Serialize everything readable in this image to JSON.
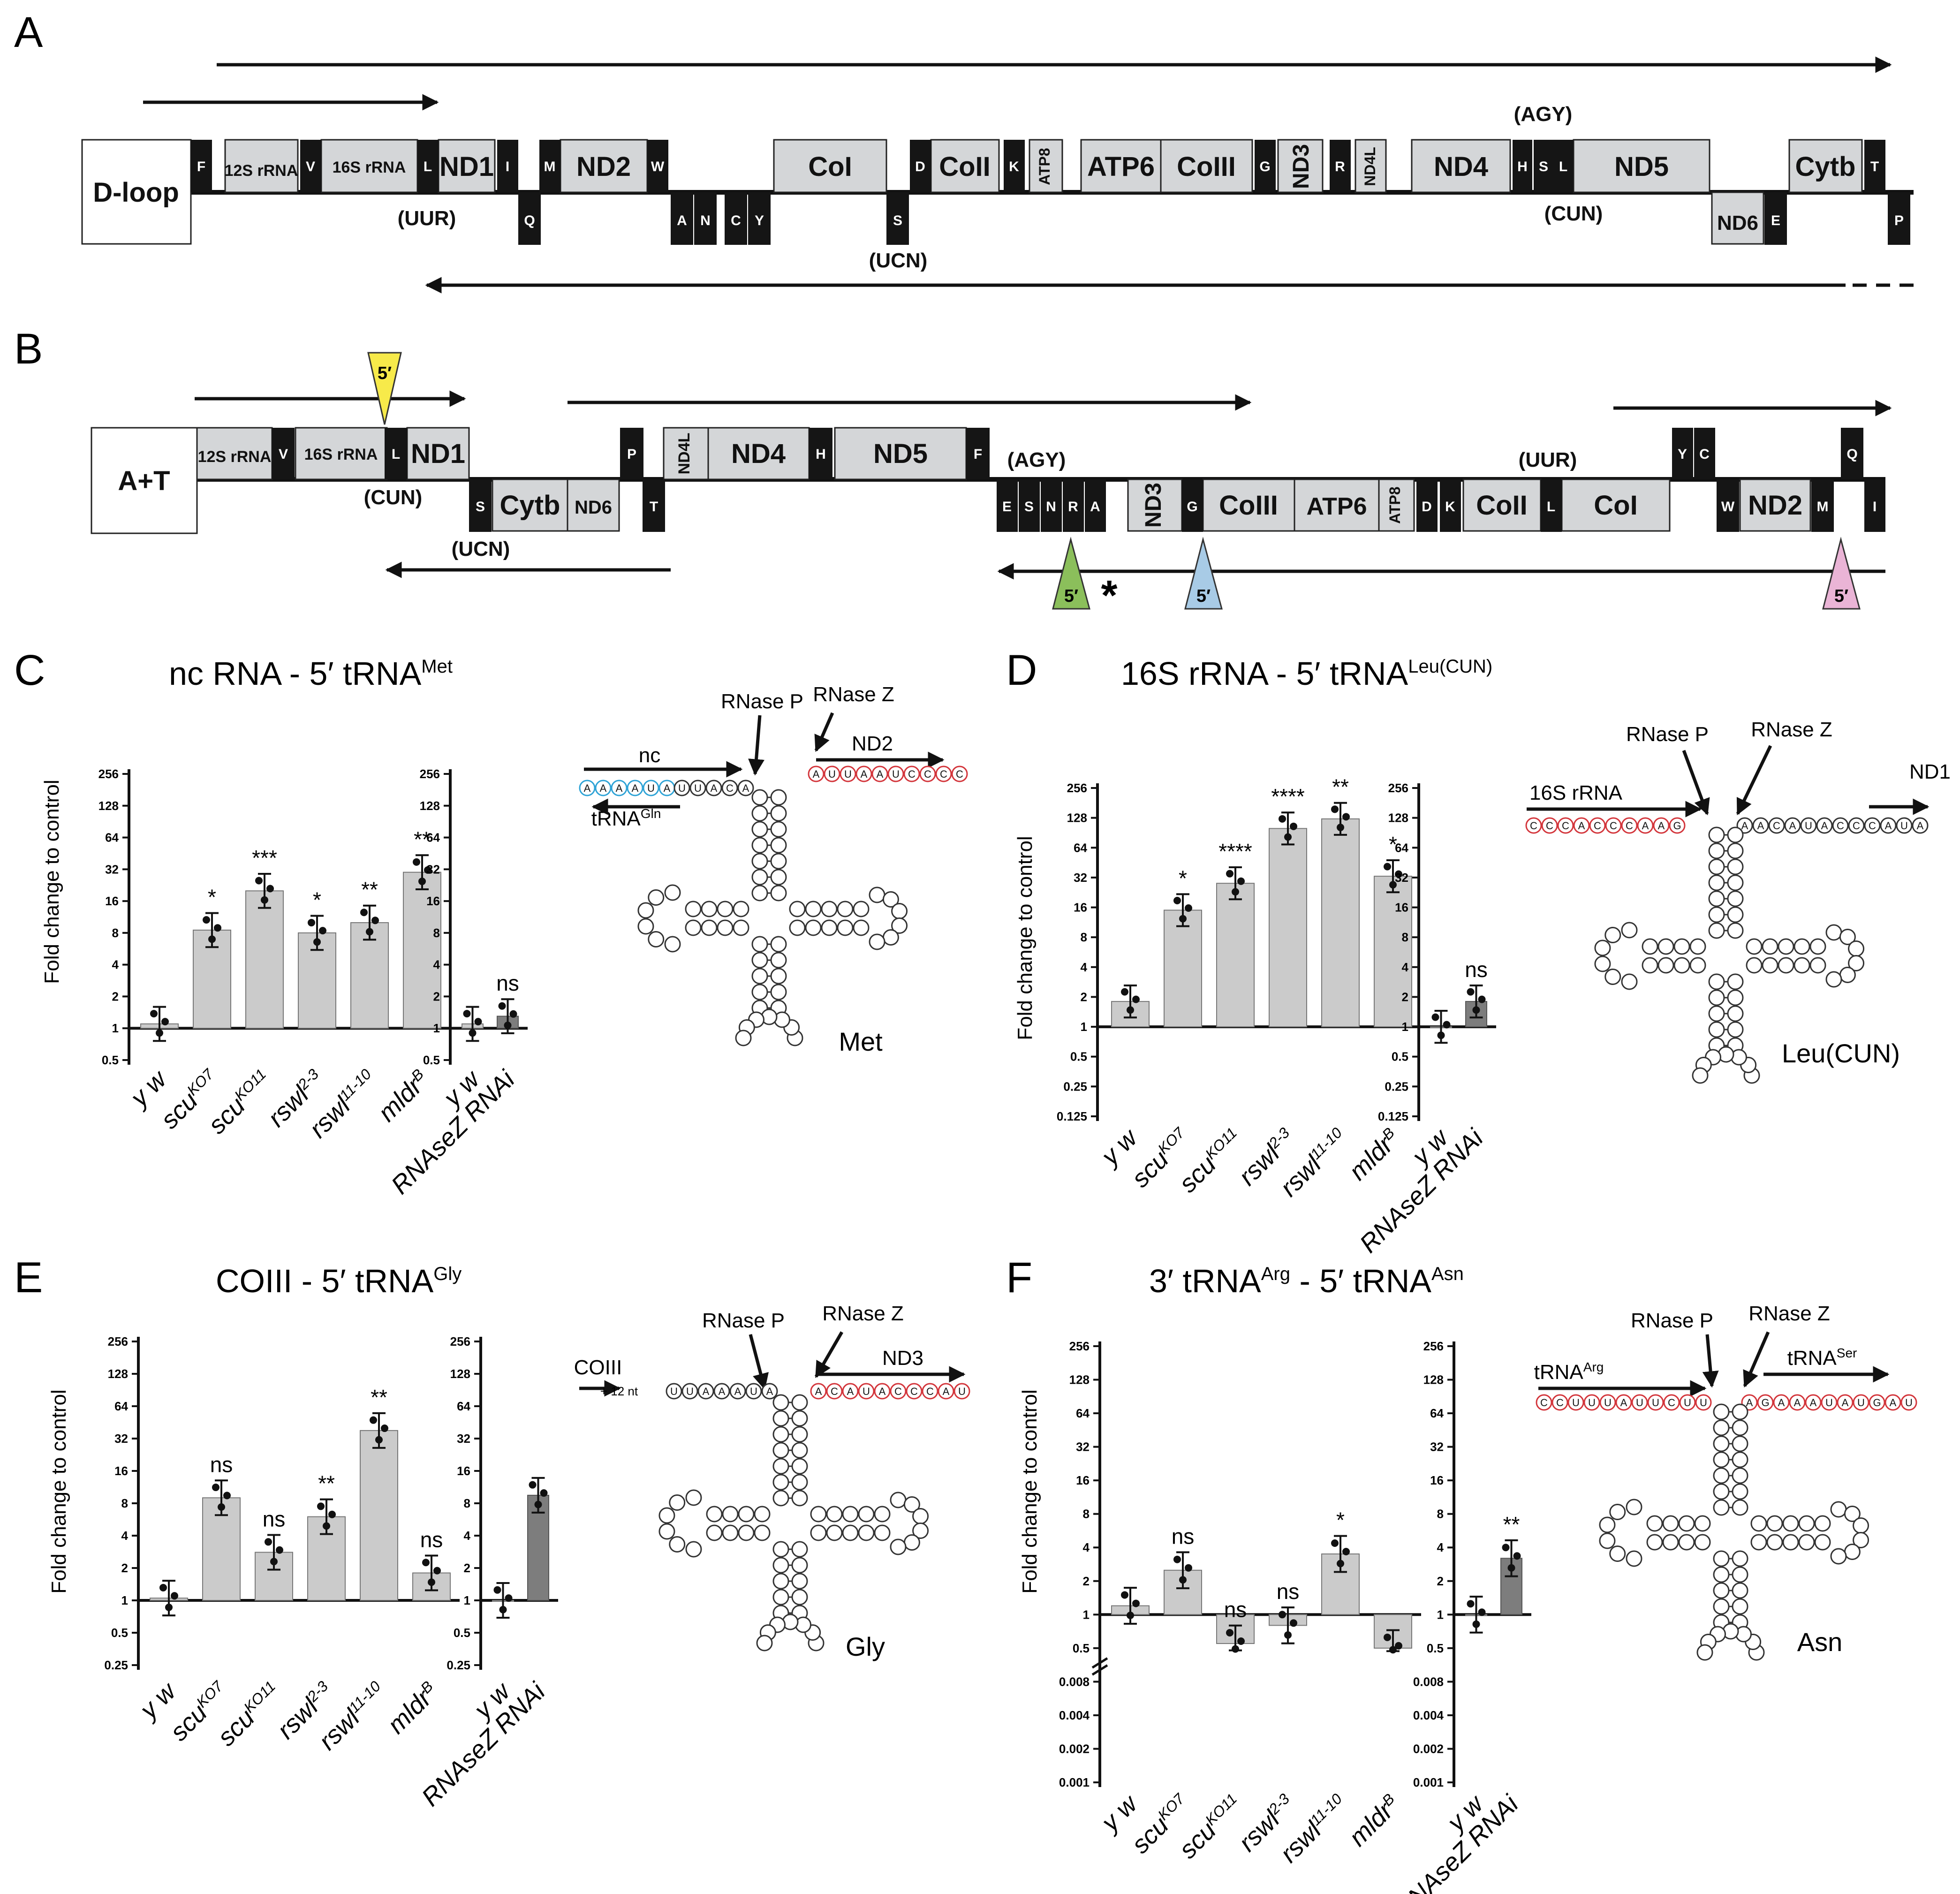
{
  "panel_labels": {
    "a": "A",
    "b": "B",
    "c": "C",
    "d": "D",
    "e": "E",
    "f": "F"
  },
  "genome_a": {
    "dloop": "D-loop",
    "genes": [
      {
        "id": "a-rrna12",
        "label": "12S rRNA",
        "kind": "gene"
      },
      {
        "id": "a-rrna16",
        "label": "16S rRNA",
        "kind": "gene"
      },
      {
        "id": "a-nd1",
        "label": "ND1",
        "kind": "gene"
      },
      {
        "id": "a-nd2",
        "label": "ND2",
        "kind": "gene"
      },
      {
        "id": "a-coi",
        "label": "CoI",
        "kind": "gene"
      },
      {
        "id": "a-coii",
        "label": "CoII",
        "kind": "gene"
      },
      {
        "id": "a-atp8",
        "label": "ATP8",
        "kind": "gene"
      },
      {
        "id": "a-atp6",
        "label": "ATP6",
        "kind": "gene"
      },
      {
        "id": "a-coiii",
        "label": "CoIII",
        "kind": "gene"
      },
      {
        "id": "a-nd3",
        "label": "ND3",
        "kind": "gene"
      },
      {
        "id": "a-nd4l",
        "label": "ND4L",
        "kind": "gene"
      },
      {
        "id": "a-nd4",
        "label": "ND4",
        "kind": "gene"
      },
      {
        "id": "a-nd5",
        "label": "ND5",
        "kind": "gene"
      },
      {
        "id": "a-cytb",
        "label": "Cytb",
        "kind": "gene"
      },
      {
        "id": "a-nd6",
        "label": "ND6",
        "kind": "gene"
      }
    ],
    "trnas_top": [
      "F",
      "V",
      "L",
      "I",
      "M",
      "W",
      "D",
      "K",
      "G",
      "R",
      "H",
      "S",
      "L",
      "T"
    ],
    "trnas_bottom": [
      "Q",
      "A",
      "N",
      "C",
      "Y",
      "S",
      "E",
      "P"
    ],
    "annotations": [
      "(UUR)",
      "(UCN)",
      "(AGY)",
      "(CUN)"
    ]
  },
  "genome_b": {
    "at": "A+T",
    "genes": [
      {
        "id": "b-rrna12",
        "label": "12S rRNA"
      },
      {
        "id": "b-rrna16",
        "label": "16S rRNA"
      },
      {
        "id": "b-nd1",
        "label": "ND1"
      },
      {
        "id": "b-cytb",
        "label": "Cytb"
      },
      {
        "id": "b-nd6",
        "label": "ND6"
      },
      {
        "id": "b-nd4l",
        "label": "ND4L"
      },
      {
        "id": "b-nd4",
        "label": "ND4"
      },
      {
        "id": "b-nd5",
        "label": "ND5"
      },
      {
        "id": "b-nd3",
        "label": "ND3"
      },
      {
        "id": "b-coiii",
        "label": "CoIII"
      },
      {
        "id": "b-atp6",
        "label": "ATP6"
      },
      {
        "id": "b-atp8",
        "label": "ATP8"
      },
      {
        "id": "b-coii",
        "label": "CoII"
      },
      {
        "id": "b-coi",
        "label": "CoI"
      },
      {
        "id": "b-nd2",
        "label": "ND2"
      }
    ],
    "trnas_top": [
      "V",
      "L",
      "P",
      "H",
      "F",
      "Y",
      "C",
      "Q"
    ],
    "trnas_bottom": [
      "S",
      "T",
      "E",
      "S",
      "N",
      "R",
      "A",
      "G",
      "D",
      "K",
      "L",
      "W",
      "M",
      "I"
    ],
    "annotations": [
      "(CUN)",
      "(UCN)",
      "(AGY)",
      "(UUR)"
    ],
    "marker": "5′",
    "asterisk": "*"
  },
  "y_axis_label": "Fold change to control",
  "chart_data": [
    {
      "panel": "C",
      "type": "bar",
      "title": "nc RNA - 5′ tRNA",
      "title_sup": "Met",
      "yscale": "log2",
      "ylim": [
        0.5,
        256
      ],
      "yticks": [
        "0.5",
        "1",
        "2",
        "4",
        "8",
        "16",
        "32",
        "64",
        "128",
        "256"
      ],
      "categories": [
        "y w",
        "scu KO7",
        "scu KO11",
        "rswl 2-3",
        "rswl 11-10",
        "mldr B"
      ],
      "values": [
        1.1,
        8.5,
        20,
        8,
        10,
        30
      ],
      "significance": [
        "",
        "*",
        "***",
        "*",
        "**",
        "**"
      ],
      "rnai": {
        "categories": [
          "y w",
          "RNAseZ RNAi"
        ],
        "values": [
          1.1,
          1.3
        ],
        "significance": [
          "",
          "ns"
        ]
      }
    },
    {
      "panel": "D",
      "type": "bar",
      "title": "16S rRNA - 5′ tRNA",
      "title_sup": "Leu(CUN)",
      "yscale": "log2",
      "ylim": [
        0.125,
        256
      ],
      "yticks": [
        "0.125",
        "0.25",
        "0.5",
        "1",
        "2",
        "4",
        "8",
        "16",
        "32",
        "64",
        "128",
        "256"
      ],
      "categories": [
        "y w",
        "scu KO7",
        "scu KO11",
        "rswl 2-3",
        "rswl 11-10",
        "mldr B"
      ],
      "values": [
        1.8,
        15,
        28,
        100,
        125,
        33
      ],
      "significance": [
        "",
        "*",
        "****",
        "****",
        "**",
        "*"
      ],
      "rnai": {
        "categories": [
          "y w",
          "RNAseZ RNAi"
        ],
        "values": [
          1.0,
          1.8
        ],
        "significance": [
          "",
          "ns"
        ]
      }
    },
    {
      "panel": "E",
      "type": "bar",
      "title": "COIII - 5′ tRNA",
      "title_sup": "Gly",
      "yscale": "log2",
      "ylim": [
        0.25,
        256
      ],
      "yticks": [
        "0.25",
        "0.5",
        "1",
        "2",
        "4",
        "8",
        "16",
        "32",
        "64",
        "128",
        "256"
      ],
      "categories": [
        "y w",
        "scu KO7",
        "scu KO11",
        "rswl 2-3",
        "rswl 11-10",
        "mldr B"
      ],
      "values": [
        1.05,
        9,
        2.8,
        6,
        38,
        1.8
      ],
      "significance": [
        "",
        "ns",
        "ns",
        "**",
        "**",
        "ns"
      ],
      "rnai": {
        "categories": [
          "y w",
          "RNAseZ RNAi"
        ],
        "values": [
          1.0,
          9.5
        ],
        "significance": [
          "",
          ""
        ]
      }
    },
    {
      "panel": "F",
      "type": "bar",
      "title": "3′ tRNA",
      "title_sup": "Arg",
      "title_mid": " - 5′ tRNA",
      "title_sup2": "Asn",
      "yscale": "log2",
      "ylim": [
        0.001,
        256
      ],
      "yticks": [
        "0.001",
        "0.002",
        "0.004",
        "0.008",
        "0.5",
        "1",
        "2",
        "4",
        "8",
        "16",
        "32",
        "64",
        "128",
        "256"
      ],
      "categories": [
        "y w",
        "scu KO7",
        "scu KO11",
        "rswl 2-3",
        "rswl 11-10",
        "mldr B"
      ],
      "values": [
        1.2,
        2.5,
        0.55,
        0.8,
        3.5,
        0.5
      ],
      "significance": [
        "",
        "ns",
        "ns",
        "ns",
        "*",
        ""
      ],
      "rnai": {
        "categories": [
          "y w",
          "RNAseZ RNAi"
        ],
        "values": [
          1.0,
          3.2
        ],
        "significance": [
          "",
          "**"
        ]
      }
    }
  ],
  "structures": {
    "c": {
      "name": "Met",
      "rnase_p": "RNase P",
      "rnase_z": "RNase Z",
      "up": "nc",
      "down": "ND2",
      "sup": "tRNA",
      "sup_small": "Gln",
      "seq_up_blue": "AAAAUA",
      "seq_up": "UUACA",
      "seq_down": "AUUAAUCCCC"
    },
    "d": {
      "name": "Leu(CUN)",
      "rnase_p": "RNase P",
      "rnase_z": "RNase Z",
      "up": "16S rRNA",
      "down": "ND1",
      "seq_up": "CCCACCCAAG",
      "seq_down": "AACAUACCCAUA"
    },
    "e": {
      "name": "Gly",
      "rnase_p": "RNase P",
      "rnase_z": "RNase Z",
      "up": "COIII",
      "down": "ND3",
      "note": "+ 12 nt",
      "seq_up": "UUAAAUA",
      "seq_down": "ACAUACCCAU"
    },
    "f": {
      "name": "Asn",
      "rnase_p": "RNase P",
      "rnase_z": "RNase Z",
      "up": "tRNA",
      "up_sup": "Arg",
      "down": "tRNA",
      "down_sup": "Ser",
      "seq_up": "CCUUUAUUCUU",
      "seq_down": "AGAAAUAUGAU"
    }
  }
}
